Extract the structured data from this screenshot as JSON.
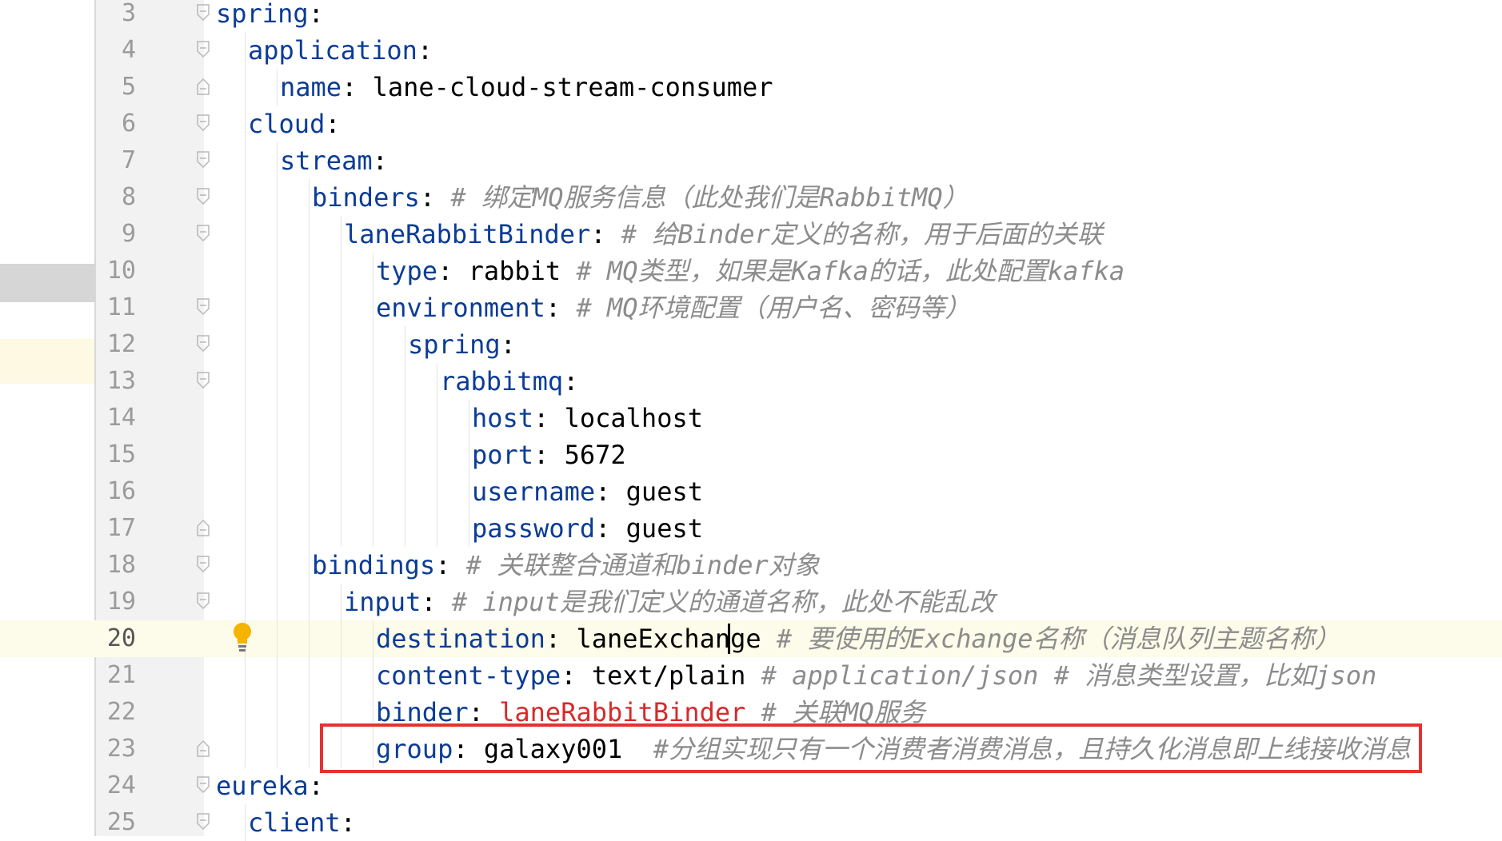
{
  "editor": {
    "lines": [
      {
        "num": "3",
        "key": "spring",
        "sep": ":"
      },
      {
        "num": "4",
        "key": "application",
        "sep": ":"
      },
      {
        "num": "5",
        "key": "name",
        "sep": ": ",
        "value": "lane-cloud-stream-consumer"
      },
      {
        "num": "6",
        "key": "cloud",
        "sep": ":"
      },
      {
        "num": "7",
        "key": "stream",
        "sep": ":"
      },
      {
        "num": "8",
        "key": "binders",
        "sep": ": ",
        "comment": "# 绑定MQ服务信息（此处我们是RabbitMQ）"
      },
      {
        "num": "9",
        "key": "laneRabbitBinder",
        "sep": ": ",
        "comment": "# 给Binder定义的名称，用于后面的关联"
      },
      {
        "num": "10",
        "key": "type",
        "sep": ": ",
        "value": "rabbit ",
        "comment": "# MQ类型，如果是Kafka的话，此处配置kafka"
      },
      {
        "num": "11",
        "key": "environment",
        "sep": ": ",
        "comment": "# MQ环境配置（用户名、密码等）"
      },
      {
        "num": "12",
        "key": "spring",
        "sep": ":"
      },
      {
        "num": "13",
        "key": "rabbitmq",
        "sep": ":"
      },
      {
        "num": "14",
        "key": "host",
        "sep": ": ",
        "value": "localhost"
      },
      {
        "num": "15",
        "key": "port",
        "sep": ": ",
        "value": "5672"
      },
      {
        "num": "16",
        "key": "username",
        "sep": ": ",
        "value": "guest"
      },
      {
        "num": "17",
        "key": "password",
        "sep": ": ",
        "value": "guest"
      },
      {
        "num": "18",
        "key": "bindings",
        "sep": ": ",
        "comment": "# 关联整合通道和binder对象"
      },
      {
        "num": "19",
        "key": "input",
        "sep": ": ",
        "comment": "# input是我们定义的通道名称，此处不能乱改"
      },
      {
        "num": "20",
        "key": "destination",
        "sep": ": ",
        "value": "laneExchange ",
        "comment": "# 要使用的Exchange名称（消息队列主题名称）"
      },
      {
        "num": "21",
        "key": "content-type",
        "sep": ": ",
        "value": "text/plain ",
        "comment": "# application/json # 消息类型设置，比如json"
      },
      {
        "num": "22",
        "key": "binder",
        "sep": ": ",
        "ref": "laneRabbitBinder ",
        "comment": "# 关联MQ服务"
      },
      {
        "num": "23",
        "key": "group",
        "sep": ": ",
        "value": "galaxy001  ",
        "comment": "#分组实现只有一个消费者消费消息，且持久化消息即上线接收消息"
      },
      {
        "num": "24",
        "key": "eureka",
        "sep": ":"
      },
      {
        "num": "25",
        "key": "client",
        "sep": ":"
      }
    ]
  }
}
